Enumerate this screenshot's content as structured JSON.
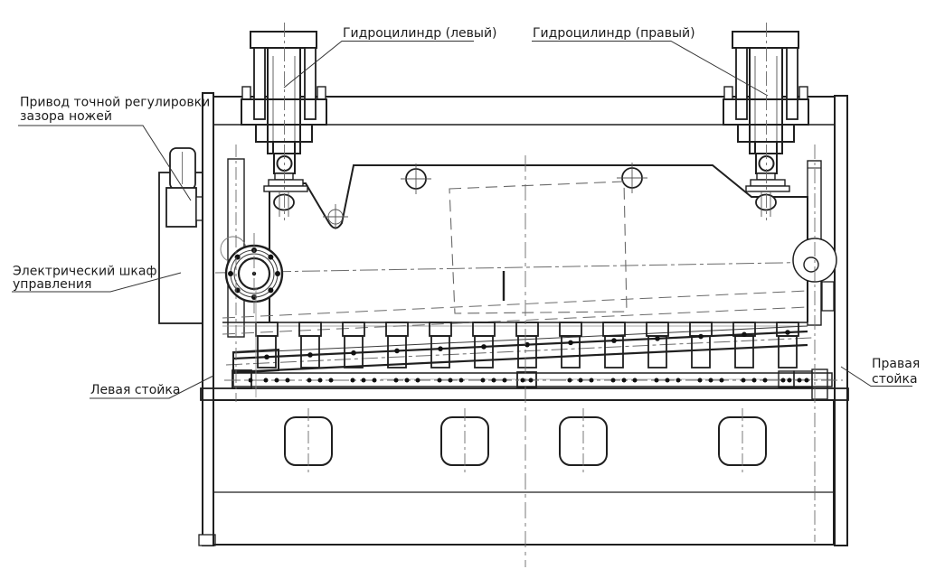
{
  "drawing": {
    "background_color": "#ffffff",
    "line_color": "#1f1f1f",
    "thin_line_color": "#3a3a3a",
    "phantom_line_color": "#6a6a6a",
    "text_color": "#1c1c1c",
    "labels": {
      "cylinder_left": "Гидроцилиндр (левый)",
      "cylinder_right": "Гидроцилиндр (правый)",
      "adjustment_drive_line1": "Привод точной регулировки",
      "adjustment_drive_line2": "зазора ножей",
      "electrical_cabinet_line1": "Электрический шкаф",
      "electrical_cabinet_line2": "управления",
      "left_column": "Левая стойка",
      "right_column_line1": "Правая",
      "right_column_line2": "стойка"
    }
  }
}
